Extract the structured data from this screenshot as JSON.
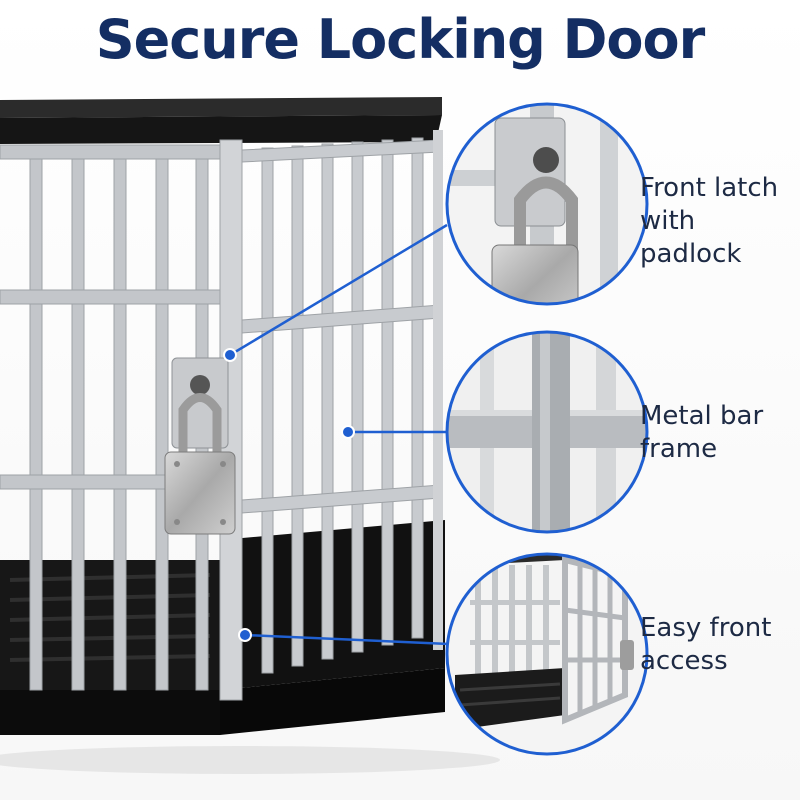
{
  "title": "Secure Locking Door",
  "colors": {
    "title": "#142e63",
    "accent": "#1f5fd1",
    "bars": "#bcbfc3",
    "base": "#1a1a1a"
  },
  "callouts": [
    {
      "line1": "Front latch",
      "line2": "with padlock",
      "icon": "padlock-icon"
    },
    {
      "line1": "Metal bar",
      "line2": "frame",
      "icon": "bar-frame-icon"
    },
    {
      "line1": "Easy front",
      "line2": "access",
      "icon": "open-door-icon"
    }
  ]
}
